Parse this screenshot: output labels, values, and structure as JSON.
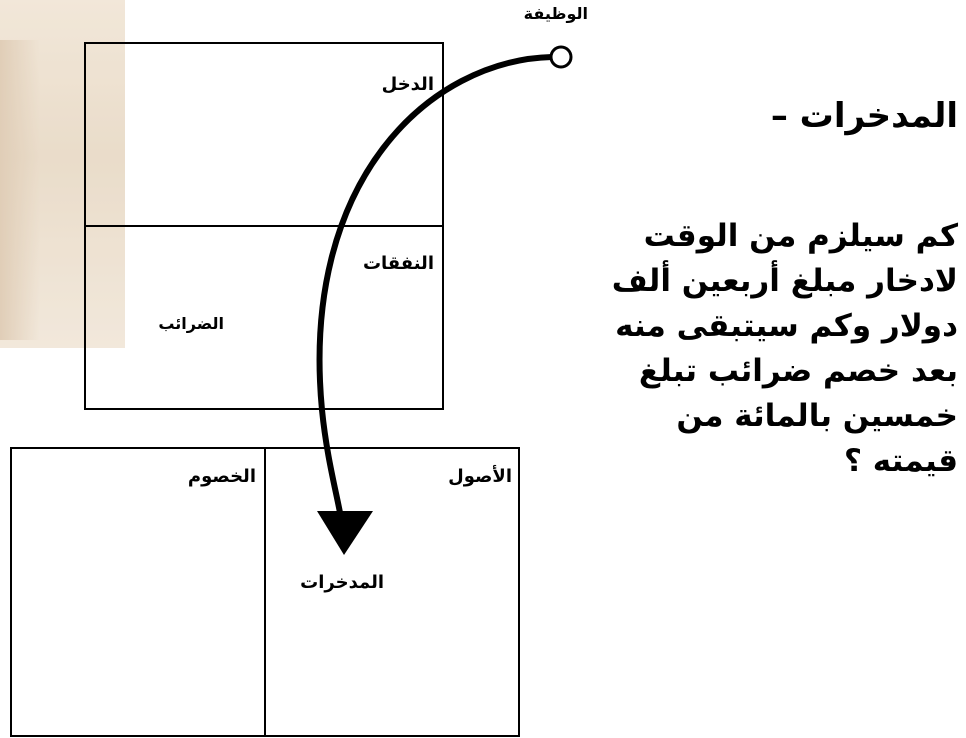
{
  "diagram": {
    "job_label": "الوظيفة",
    "income_statement": {
      "income_label": "الدخل",
      "expenses_label": "النفقات",
      "taxes_label": "الضرائب"
    },
    "balance_sheet": {
      "assets_label": "الأصول",
      "liabilities_label": "الخصوم",
      "savings_label": "المدخرات"
    }
  },
  "side_text": {
    "title": "المدخرات –",
    "question_lines": [
      "كم سيلزم من الوقت",
      "لادخار مبلغ أربعين ألف",
      "دولار وكم سيتبقى منه",
      "بعد خصم ضرائب تبلغ",
      "خمسين بالمائة من",
      "قيمته ؟"
    ]
  }
}
